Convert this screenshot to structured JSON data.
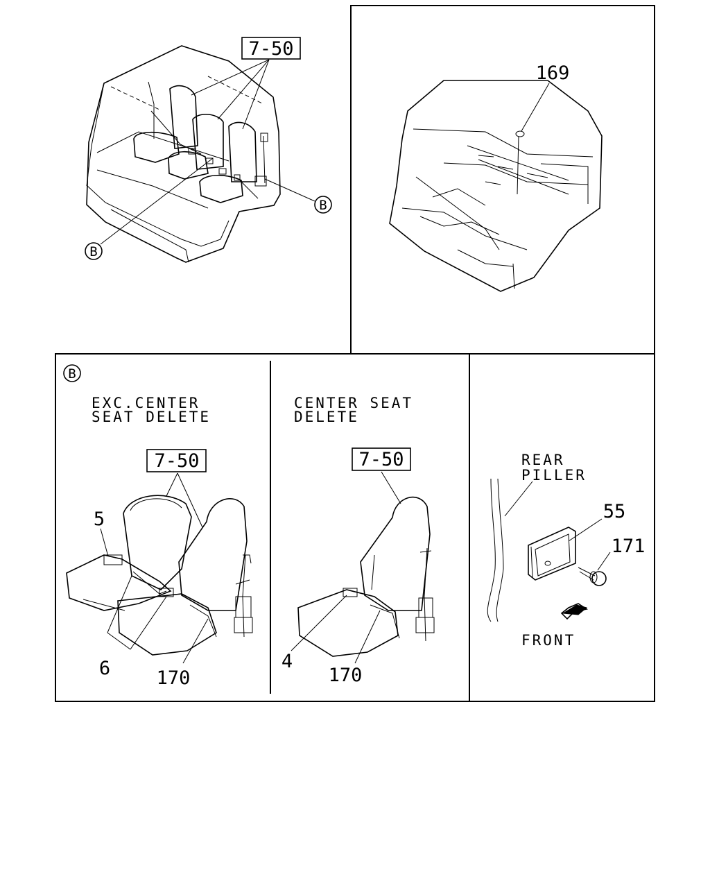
{
  "callouts": {
    "top_left_ref": "7-50",
    "top_left_circle_upper": "B",
    "top_left_circle_lower": "B",
    "top_right_part": "169",
    "panel_b_circle": "B",
    "panel1_ref": "7-50",
    "panel1_part_a": "5",
    "panel1_part_b": "6",
    "panel1_part_c": "170",
    "panel2_ref": "7-50",
    "panel2_part_a": "4",
    "panel2_part_b": "170",
    "panel3_part_a": "55",
    "panel3_part_b": "171"
  },
  "text": {
    "panel1_caption_line1": "EXC.CENTER",
    "panel1_caption_line2": "SEAT DELETE",
    "panel2_caption_line1": "CENTER SEAT",
    "panel2_caption_line2": "DELETE",
    "panel3_caption_line1": "REAR",
    "panel3_caption_line2": "PILLER",
    "panel3_direction": "FRONT"
  },
  "colors": {
    "ink": "#000000",
    "paper": "#ffffff"
  }
}
